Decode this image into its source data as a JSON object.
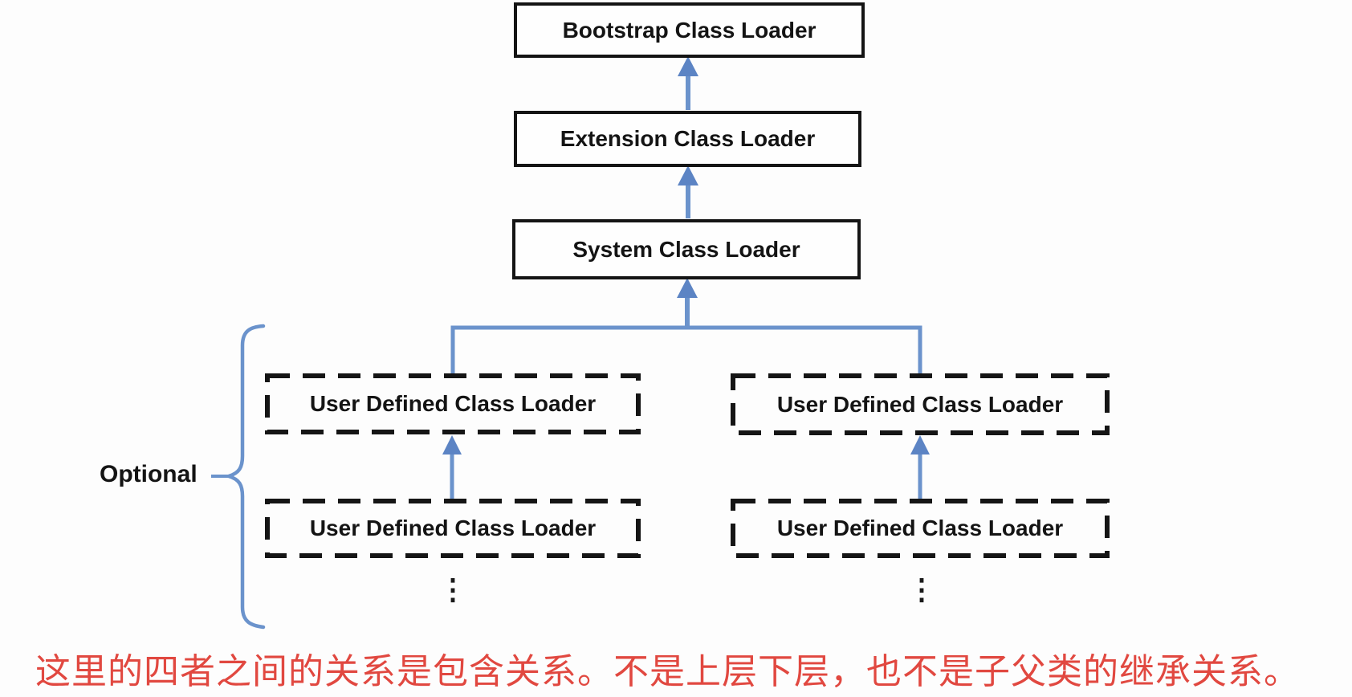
{
  "colors": {
    "background": "#fdfdfd",
    "accent_blue": "#6b93cc",
    "box_border": "#141414",
    "caption_red": "#e14840"
  },
  "nodes": {
    "bootstrap": "Bootstrap Class Loader",
    "extension": "Extension Class Loader",
    "system": "System Class Loader",
    "user_defined": "User Defined Class Loader"
  },
  "labels": {
    "optional": "Optional",
    "ellipsis": "⋮"
  },
  "caption": "这里的四者之间的关系是包含关系。不是上层下层，也不是子父类的继承关系。"
}
